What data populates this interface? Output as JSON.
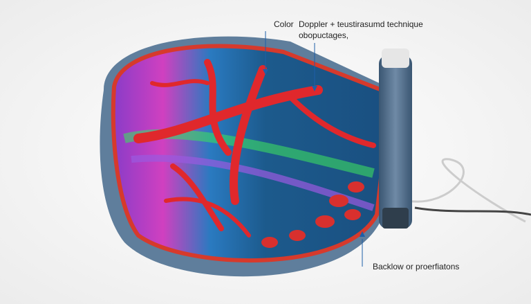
{
  "labels": {
    "color": "Color",
    "doppler_line1": "Doppler + teustirasumd technique",
    "doppler_line2": "obopuctages,",
    "backflow": "Backlow or proerfiatons"
  },
  "colors": {
    "shell": "#5f7e9c",
    "vessel": "#e0282c",
    "tissue_blue": "#1c5a8c",
    "rim_red": "#d63a2c",
    "probe": "#4a6684"
  }
}
